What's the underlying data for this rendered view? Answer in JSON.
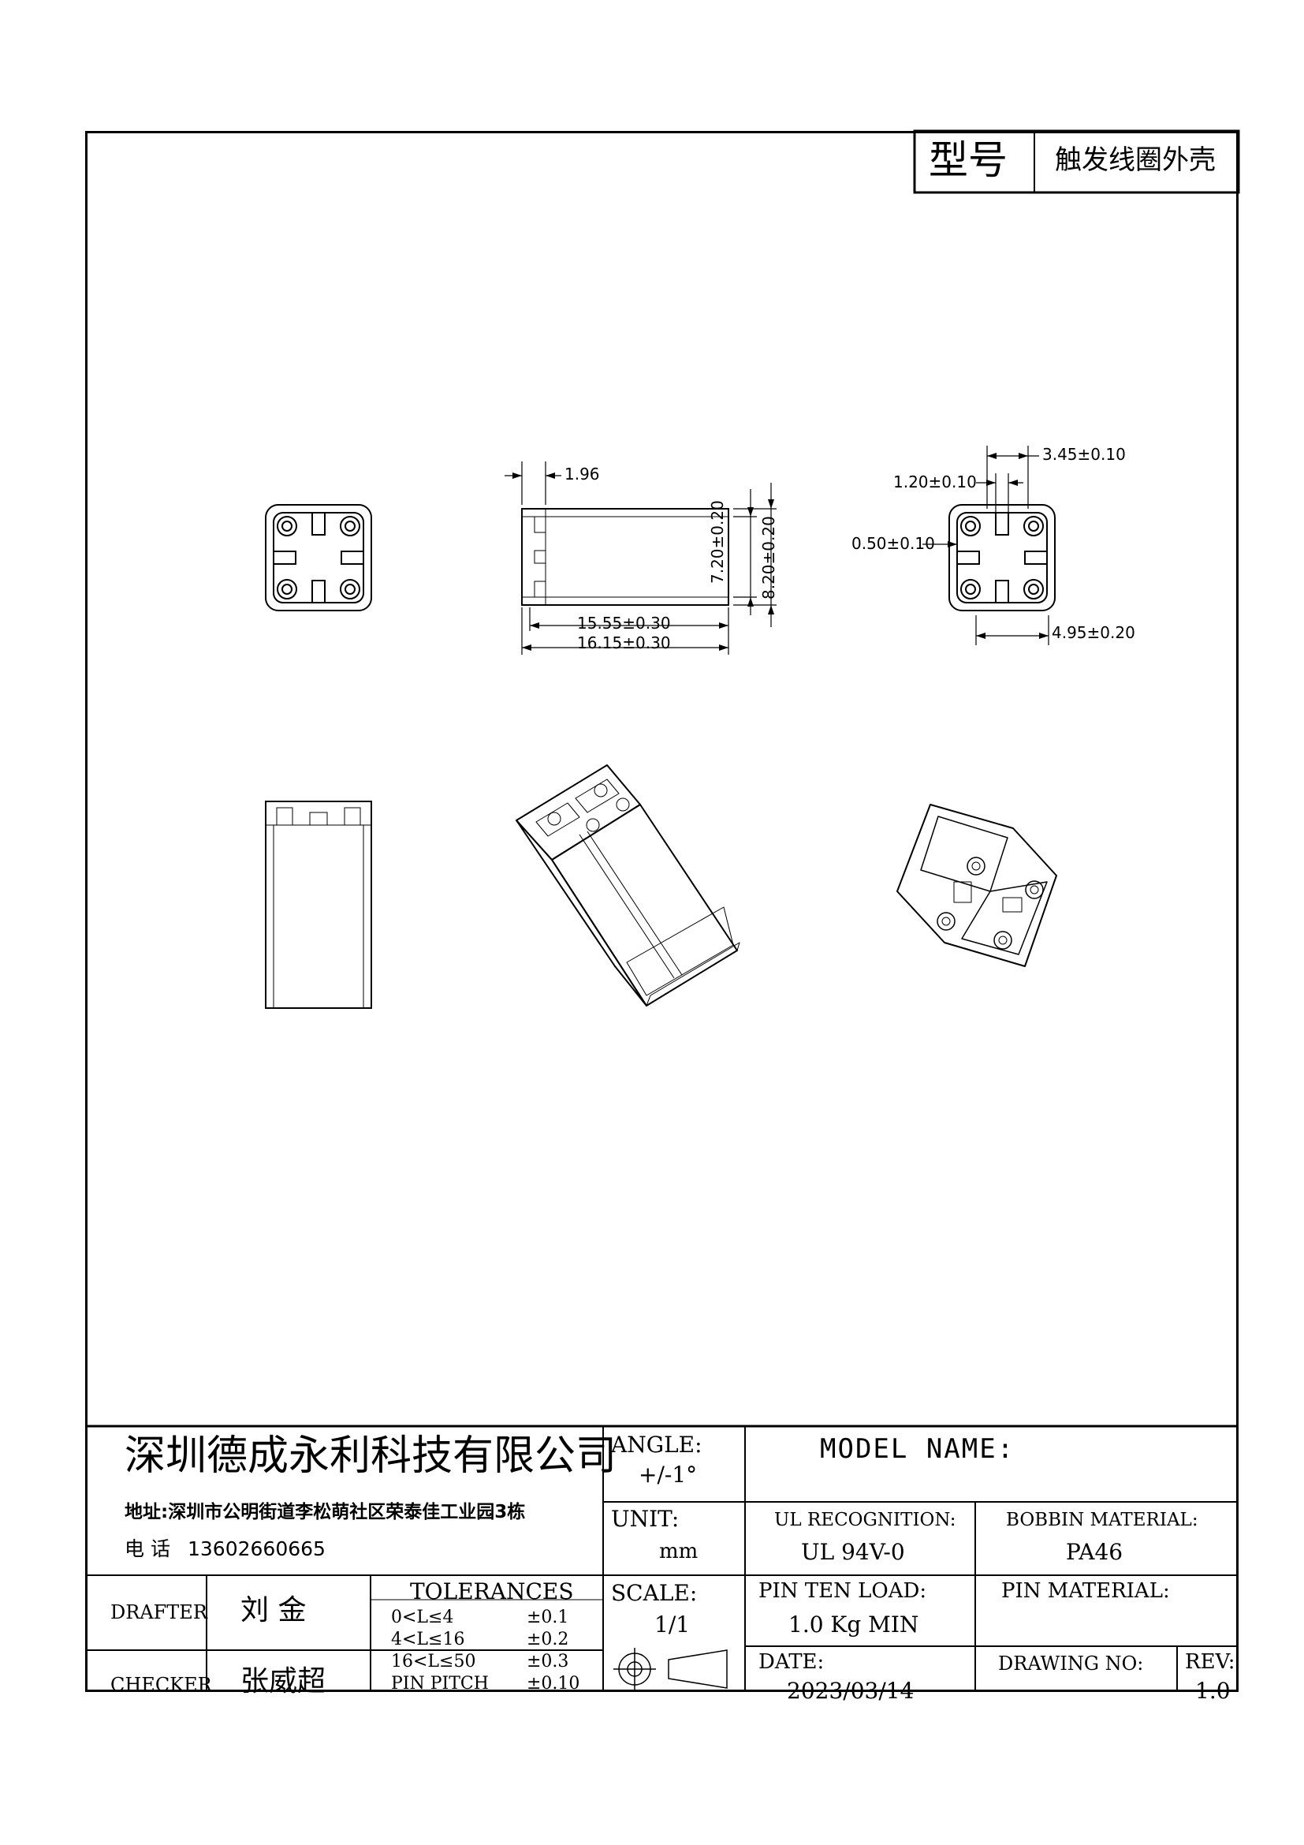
{
  "header": {
    "model_label": "型号",
    "model_value": "触发线圈外壳"
  },
  "dimensions": {
    "d_196": "1.96",
    "d_1555": "15.55±0.30",
    "d_1615": "16.15±0.30",
    "d_720": "7.20±0.20",
    "d_820": "8.20±0.20",
    "d_345": "3.45±0.10",
    "d_120": "1.20±0.10",
    "d_050": "0.50±0.10",
    "d_495": "4.95±0.20"
  },
  "title_block": {
    "company": "深圳德成永利科技有限公司",
    "address": "地址:深圳市公明街道李松萌社区荣泰佳工业园3栋",
    "phone_label": "电 话",
    "phone": "13602660665",
    "drafter_label": "DRAFTER",
    "drafter": "刘 金",
    "checker_label": "CHECKER",
    "checker": "张威超",
    "tolerances_title": "TOLERANCES",
    "tolerances": [
      {
        "range": "0<L≤4",
        "value": "±0.1"
      },
      {
        "range": "4<L≤16",
        "value": "±0.2"
      },
      {
        "range": "16<L≤50",
        "value": "±0.3"
      },
      {
        "range": "PIN PITCH",
        "value": "±0.10"
      }
    ],
    "angle_label": "ANGLE:",
    "angle_value": "+/-1°",
    "unit_label": "UNIT:",
    "unit_value": "mm",
    "scale_label": "SCALE:",
    "scale_value": "1/1",
    "model_name_label": "MODEL NAME:",
    "ul_label": "UL RECOGNITION:",
    "ul_value": "UL 94V-0",
    "bobbin_label": "BOBBIN MATERIAL:",
    "bobbin_value": "PA46",
    "pin_ten_label": "PIN TEN LOAD:",
    "pin_ten_value": "1.0 Kg MIN",
    "pin_material_label": "PIN MATERIAL:",
    "date_label": "DATE:",
    "date_value": "2023/03/14",
    "drawing_no_label": "DRAWING NO:",
    "rev_label": "REV:",
    "rev_value": "1.0"
  }
}
